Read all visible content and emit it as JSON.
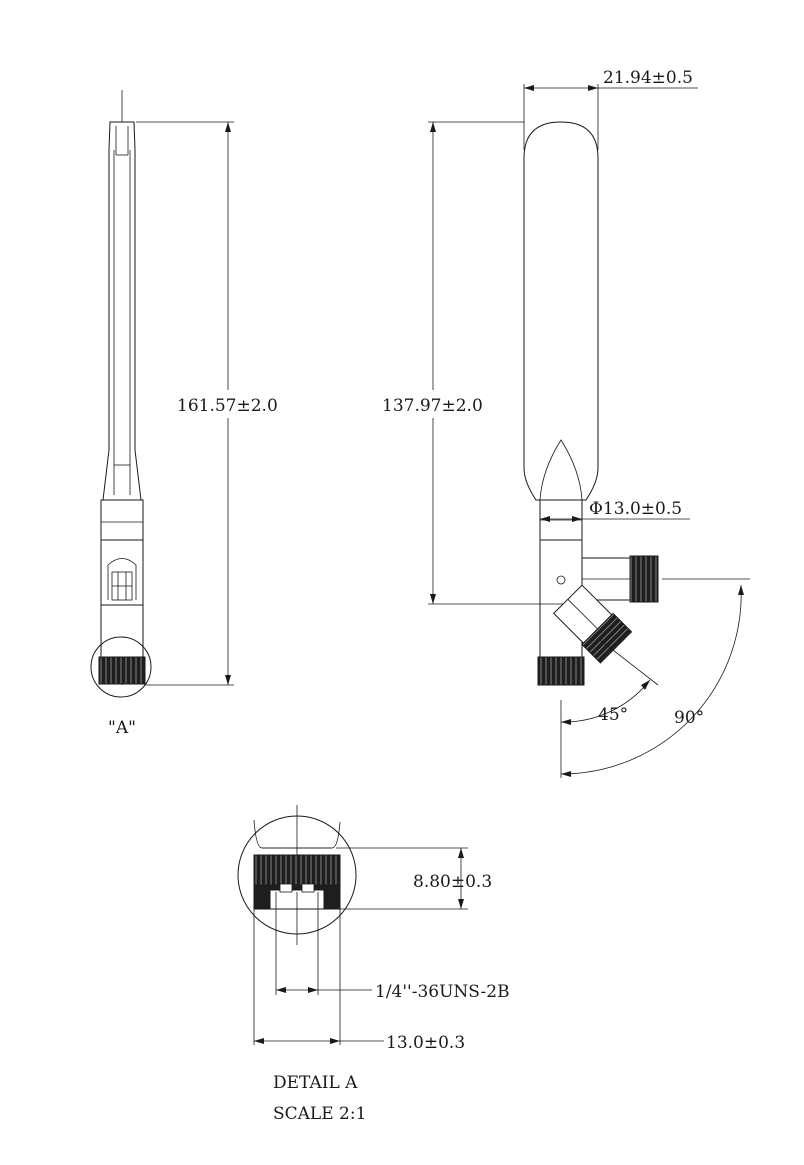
{
  "dimensions": {
    "width_top": "21.94±0.5",
    "total_length": "161.57±2.0",
    "blade_length": "137.97±2.0",
    "diameter": "Φ13.0±0.5",
    "angle_small": "45°",
    "angle_large": "90°",
    "detail_height": "8.80±0.3",
    "thread": "1/4''-36UNS-2B",
    "detail_width": "13.0±0.3"
  },
  "detail_marker": "\"A\"",
  "detail_title": "DETAIL A",
  "detail_scale": "SCALE 2:1",
  "colors": {
    "line": "#1a1a1a",
    "knurl": "#1e1e1e",
    "background": "#ffffff"
  }
}
